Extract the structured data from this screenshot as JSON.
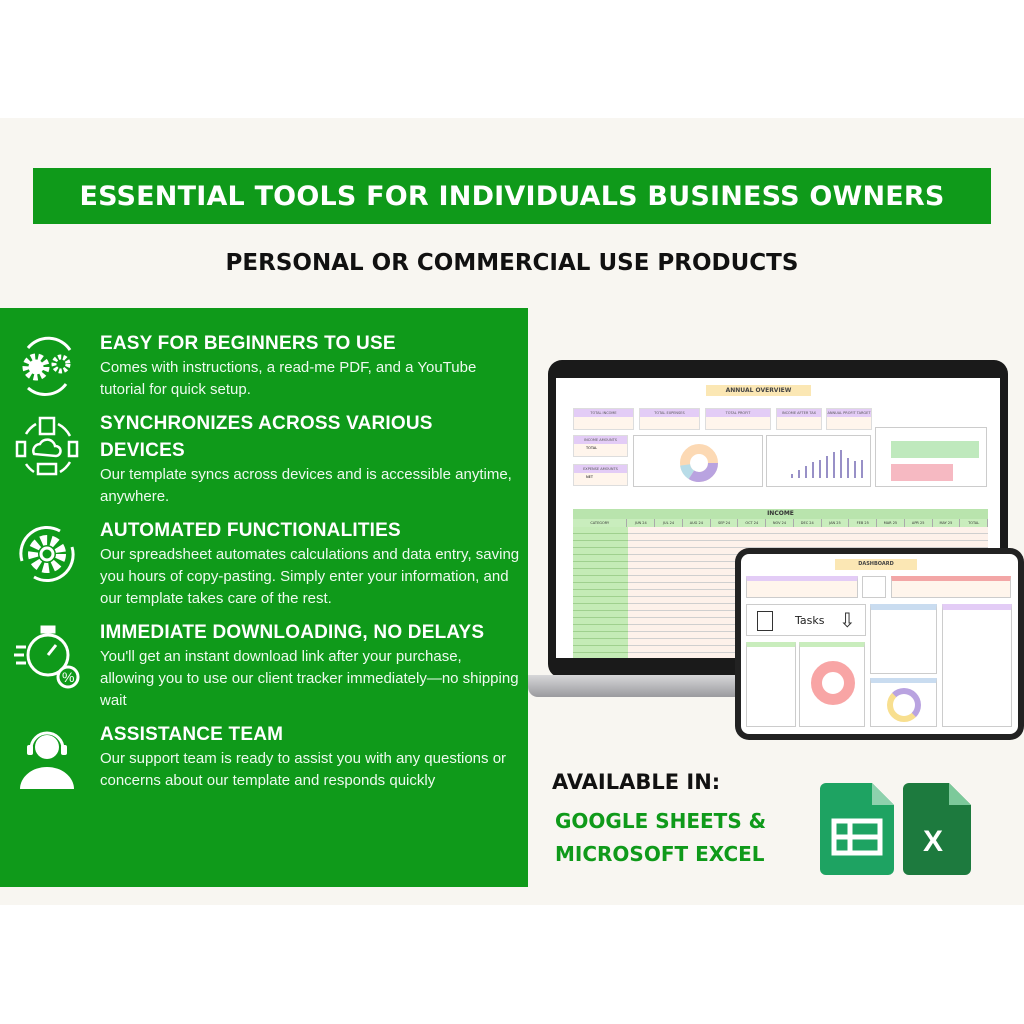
{
  "header": {
    "title": "ESSENTIAL TOOLS FOR INDIVIDUALS BUSINESS OWNERS",
    "subtitle": "PERSONAL OR COMMERCIAL USE PRODUCTS"
  },
  "features": [
    {
      "icon": "gears-cycle-icon",
      "title": "EASY FOR BEGINNERS TO USE",
      "text": "Comes with instructions, a read-me PDF, and a YouTube tutorial for quick setup."
    },
    {
      "icon": "cloud-devices-sync-icon",
      "title": "SYNCHRONIZES ACROSS VARIOUS DEVICES",
      "text": "Our template syncs across devices and is accessible anytime, anywhere."
    },
    {
      "icon": "gear-automation-icon",
      "title": "AUTOMATED FUNCTIONALITIES",
      "text": "Our spreadsheet automates calculations and data entry, saving you hours of copy-pasting. Simply enter your information, and our template takes care of the rest."
    },
    {
      "icon": "stopwatch-percent-icon",
      "title": "IMMEDIATE DOWNLOADING, NO DELAYS",
      "text": "You'll get an instant download link after your purchase, allowing you to use our client tracker immediately—no shipping wait"
    },
    {
      "icon": "support-agent-icon",
      "title": "ASSISTANCE TEAM",
      "text": "Our support team is ready to assist you with any questions or concerns about our template and responds quickly"
    }
  ],
  "laptop": {
    "title": "ANNUAL OVERVIEW",
    "kpis": [
      "TOTAL INCOME",
      "TOTAL EXPENSES",
      "TOTAL PROFIT",
      "INCOME AFTER TAX",
      "ANNUAL PROFIT TARGET"
    ],
    "selectors": [
      {
        "label": "INCOME AMOUNTS",
        "value": "TOTAL"
      },
      {
        "label": "EXPENSE AMOUNTS",
        "value": "NET"
      }
    ],
    "table_title": "INCOME",
    "columns": [
      "CATEGORY",
      "JUN 24",
      "JUL 24",
      "AUG 24",
      "SEP 24",
      "OCT 24",
      "NOV 24",
      "DEC 24",
      "JAN 25",
      "FEB 25",
      "MAR 25",
      "APR 25",
      "MAY 25",
      "TOTAL"
    ]
  },
  "tablet": {
    "title": "DASHBOARD",
    "tasks_label": "Tasks"
  },
  "available": {
    "label": "AVAILABLE IN:",
    "line1": "GOOGLE SHEETS &",
    "line2": "MICROSOFT EXCEL"
  },
  "colors": {
    "brand_green": "#0f9a1a",
    "background": "#f8f6f1",
    "sheets_green": "#1ea362",
    "excel_green": "#1d7a3e"
  }
}
